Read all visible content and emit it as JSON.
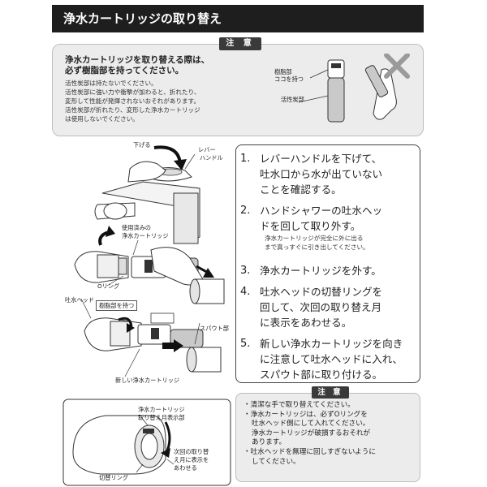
{
  "title": "浄水カートリッジの取り替え",
  "top_caution": {
    "badge": "注 意",
    "main_line1": "浄水カートリッジを取り替える際は、",
    "main_line2": "必ず樹脂部を持ってください。",
    "notes": [
      "活性炭部は持たないでください。",
      "活性炭部に強い力や衝撃が加わると、折れたり、",
      "変形して性能が発揮されないおそれがあります。",
      "活性炭部が折れたり、変形した浄水カートリッジ",
      "は使用しないでください。"
    ],
    "figure_labels": {
      "resin_line1": "樹脂部",
      "resin_line2": "ココを持つ",
      "carbon": "活性炭部"
    }
  },
  "illustration_labels": {
    "lower": "下げる",
    "lever_line1": "レバー",
    "lever_line2": "ハンドル",
    "used_line1": "使用済みの",
    "used_line2": "浄水カートリッジ",
    "oring": "Oリング",
    "spout_head": "吐水ヘッド",
    "hold_resin": "樹脂部を持つ",
    "spout_part": "スパウト部",
    "new_cartridge": "新しい浄水カートリッジ",
    "month_display_line1": "浄水カートリッジ",
    "month_display_line2": "取り替え月表示部",
    "next_line1": "次回の取り替",
    "next_line2": "え月に表示を",
    "next_line3": "あわせる",
    "switch_ring": "切替リング"
  },
  "steps": [
    {
      "num": "1.",
      "lines": [
        "レバーハンドルを下げて、",
        "吐水口から水が出ていない",
        "ことを確認する。"
      ],
      "sub": []
    },
    {
      "num": "2.",
      "lines": [
        "ハンドシャワーの吐水ヘッ",
        "ドを回して取り外す。"
      ],
      "sub": [
        "浄水カートリッジが完全に外に出る",
        "まで真っすぐに引き出してください。"
      ]
    },
    {
      "num": "3.",
      "lines": [
        "浄水カートリッジを外す。"
      ],
      "sub": []
    },
    {
      "num": "4.",
      "lines": [
        "吐水ヘッドの切替リングを",
        "回して、次回の取り替え月",
        "に表示をあわせる。"
      ],
      "sub": []
    },
    {
      "num": "5.",
      "lines": [
        "新しい浄水カートリッジを向き",
        "に注意して吐水ヘッドに入れ、",
        "スパウト部に取り付ける。"
      ],
      "sub": []
    }
  ],
  "bottom_caution": {
    "badge": "注 意",
    "items": [
      {
        "lines": [
          "・清潔な手で取り替えてください。"
        ]
      },
      {
        "lines": [
          "・浄水カートリッジは、必ずOリングを",
          "吐水ヘッド側にして入れてください。",
          "浄水カートリッジが破損するおそれが",
          "あります。"
        ]
      },
      {
        "lines": [
          "・吐水ヘッドを無理に回しすぎないように",
          "してください。"
        ]
      }
    ]
  }
}
